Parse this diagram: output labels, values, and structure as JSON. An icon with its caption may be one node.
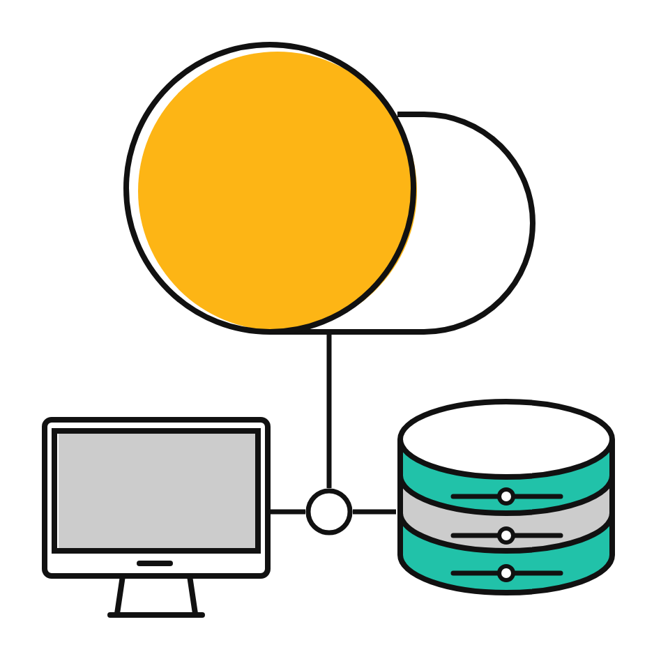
{
  "diagram": {
    "nodes": [
      {
        "text": [],
        "shape": "cloud"
      },
      {
        "text": [],
        "shape": "monitor"
      },
      {
        "text": [],
        "shape": "circle"
      },
      {
        "text": [],
        "shape": "cylinder"
      }
    ],
    "edges": [
      {
        "from": 0,
        "to": 2,
        "arrow": "none"
      },
      {
        "from": 1,
        "to": 2,
        "arrow": "none"
      },
      {
        "from": 2,
        "to": 3,
        "arrow": "none"
      }
    ]
  }
}
